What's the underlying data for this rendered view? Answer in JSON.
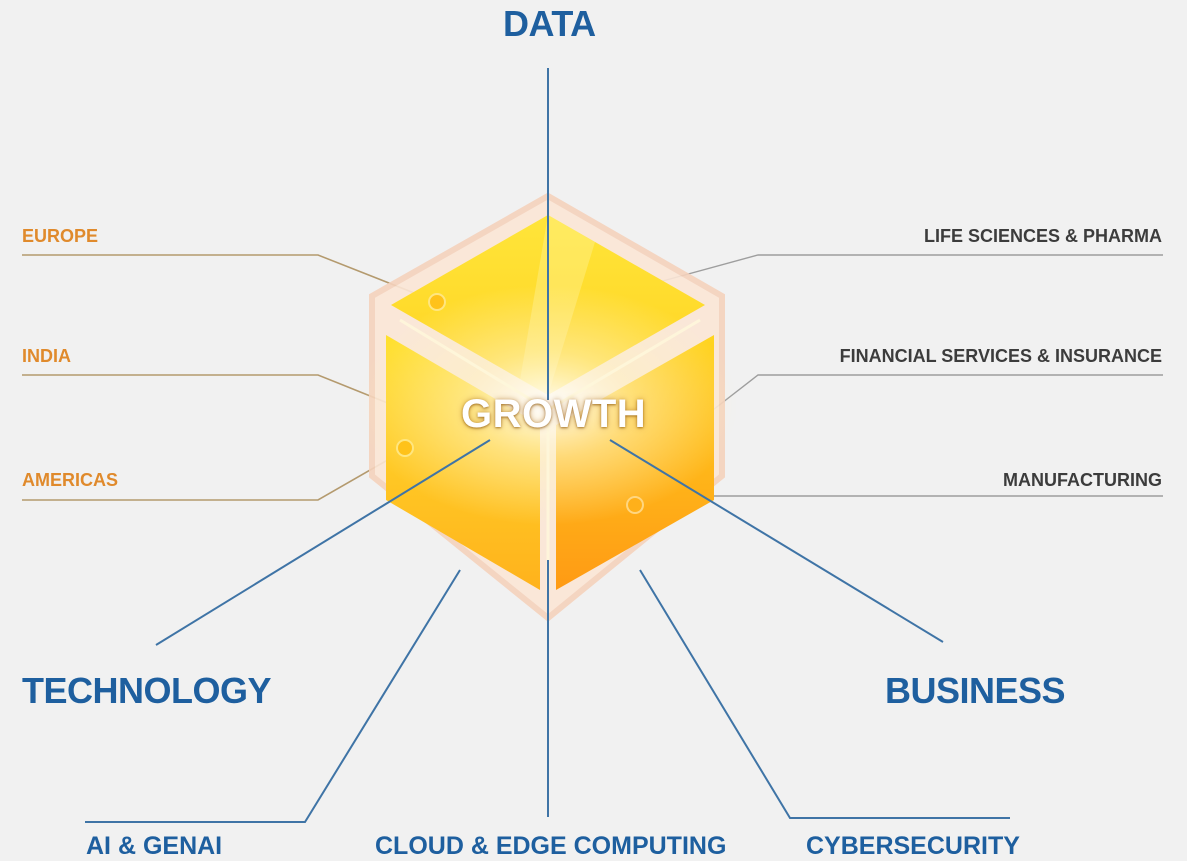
{
  "center_label": "GROWTH",
  "axes": {
    "data": "DATA",
    "technology": "TECHNOLOGY",
    "business": "BUSINESS"
  },
  "regions": [
    "EUROPE",
    "INDIA",
    "AMERICAS"
  ],
  "industries": [
    "LIFE SCIENCES & PHARMA",
    "FINANCIAL SERVICES & INSURANCE",
    "MANUFACTURING"
  ],
  "technologies": [
    "AI & GENAI",
    "CLOUD & EDGE COMPUTING",
    "CYBERSECURITY"
  ],
  "colors": {
    "background": "#f1f1f1",
    "axis_blue": "#1e5f9f",
    "region_orange": "#e08a2c",
    "industry_gray": "#3c3c3c",
    "cube_yellow": "#ffd21f",
    "cube_orange": "#ffa51a"
  }
}
